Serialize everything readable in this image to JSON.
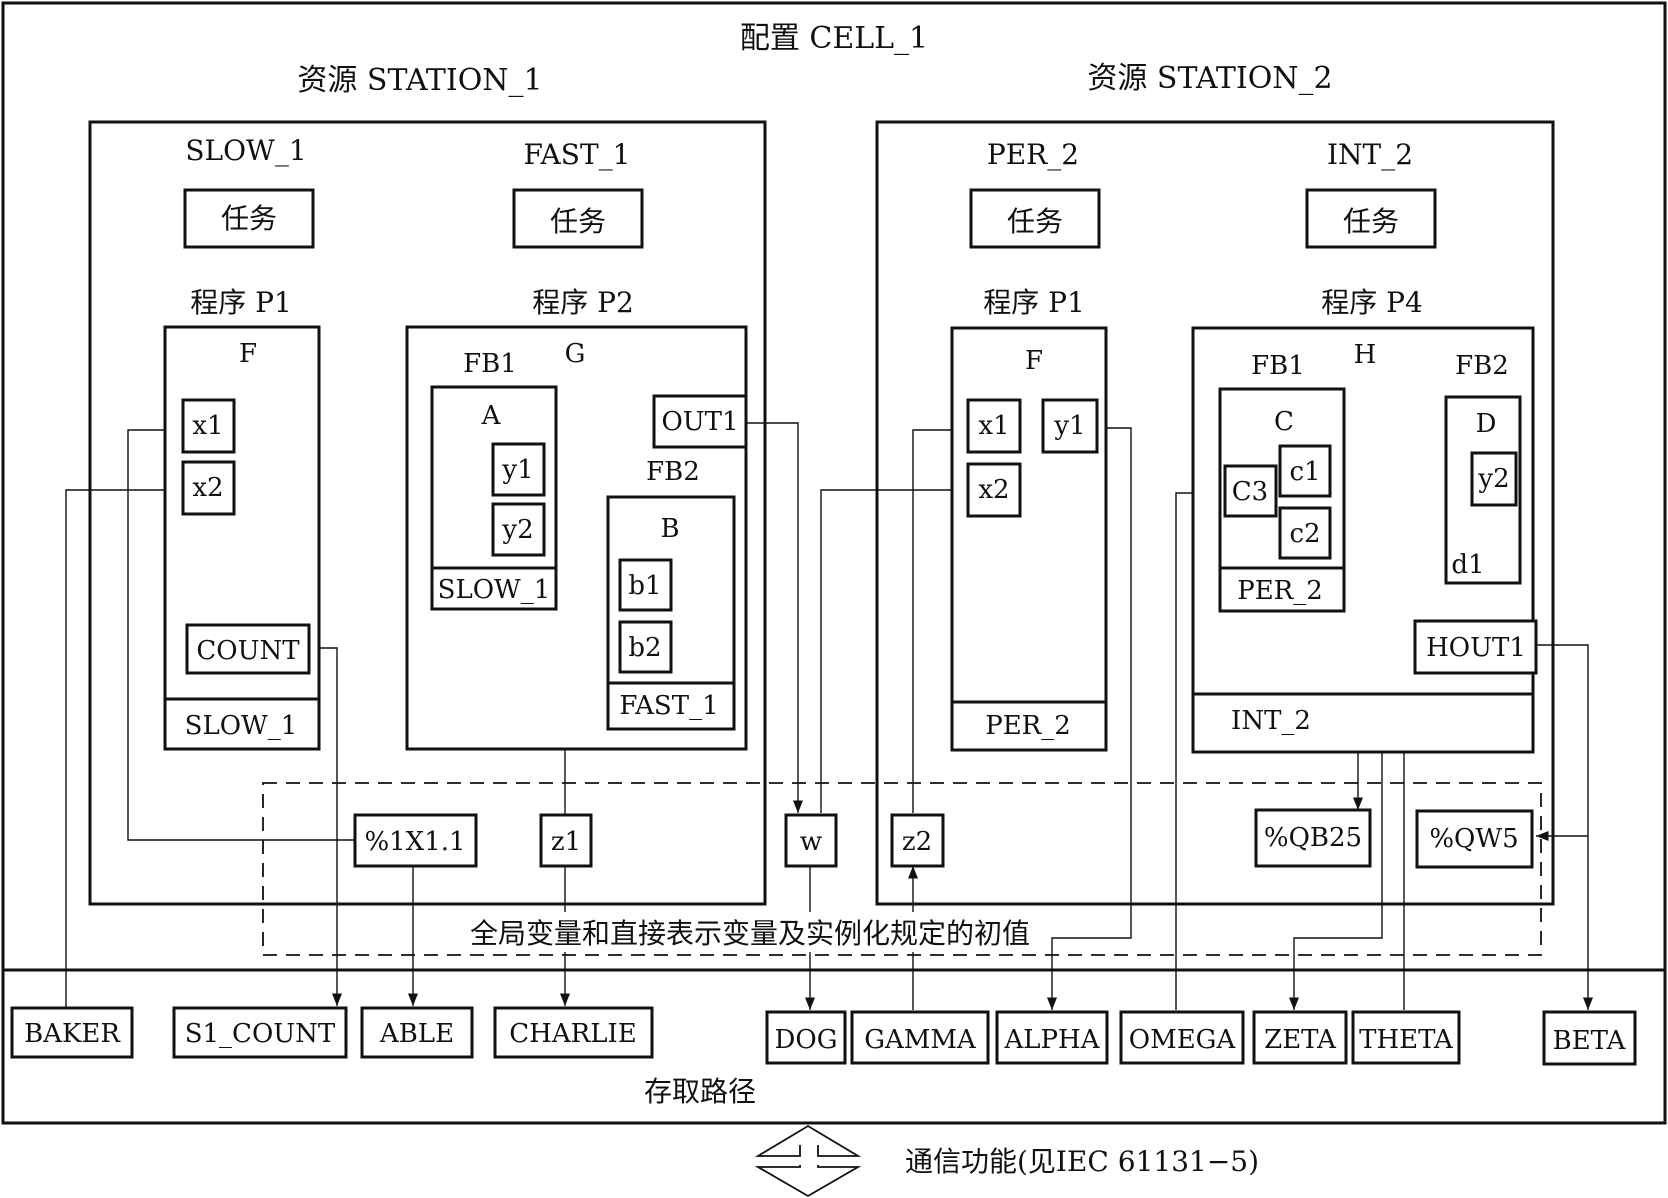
{
  "config_title": "配置 CELL_1",
  "resources": {
    "station1": "资源  STATION_1",
    "station2": "资源 STATION_2"
  },
  "tasks": {
    "slow_1": "SLOW_1",
    "fast_1": "FAST_1",
    "per_2": "PER_2",
    "int_2": "INT_2",
    "box_label": "任务"
  },
  "programs": {
    "p1_a": "程序 P1",
    "p2": "程序 P2",
    "p1_b": "程序 P1",
    "p4": "程序 P4"
  },
  "blocks": {
    "F": "F",
    "G": "G",
    "H": "H",
    "FB1": "FB1",
    "FB2": "FB2",
    "A": "A",
    "B": "B",
    "C": "C",
    "D": "D",
    "x1": "x1",
    "x2": "x2",
    "y1": "y1",
    "y2": "y2",
    "b1": "b1",
    "b2": "b2",
    "c1": "c1",
    "c2": "c2",
    "C3": "C3",
    "d1": "d1",
    "OUT1": "OUT1",
    "HOUT1": "HOUT1",
    "COUNT": "COUNT",
    "SLOW_1": "SLOW_1",
    "FAST_1": "FAST_1",
    "PER_2": "PER_2",
    "INT_2": "INT_2"
  },
  "globals": {
    "ix": "%1X1.1",
    "z1": "z1",
    "w": "w",
    "z2": "z2",
    "qb": "%QB25",
    "qw": "%QW5",
    "caption": "全局变量和直接表示变量及实例化规定的初值"
  },
  "access": {
    "baker": "BAKER",
    "s1_count": "S1_COUNT",
    "able": "ABLE",
    "charlie": "CHARLIE",
    "dog": "DOG",
    "gamma": "GAMMA",
    "alpha": "ALPHA",
    "omega": "OMEGA",
    "zeta": "ZETA",
    "theta": "THETA",
    "beta": "BETA",
    "label": "存取路径"
  },
  "comm_label": "通信功能(见IEC 61131−5)"
}
